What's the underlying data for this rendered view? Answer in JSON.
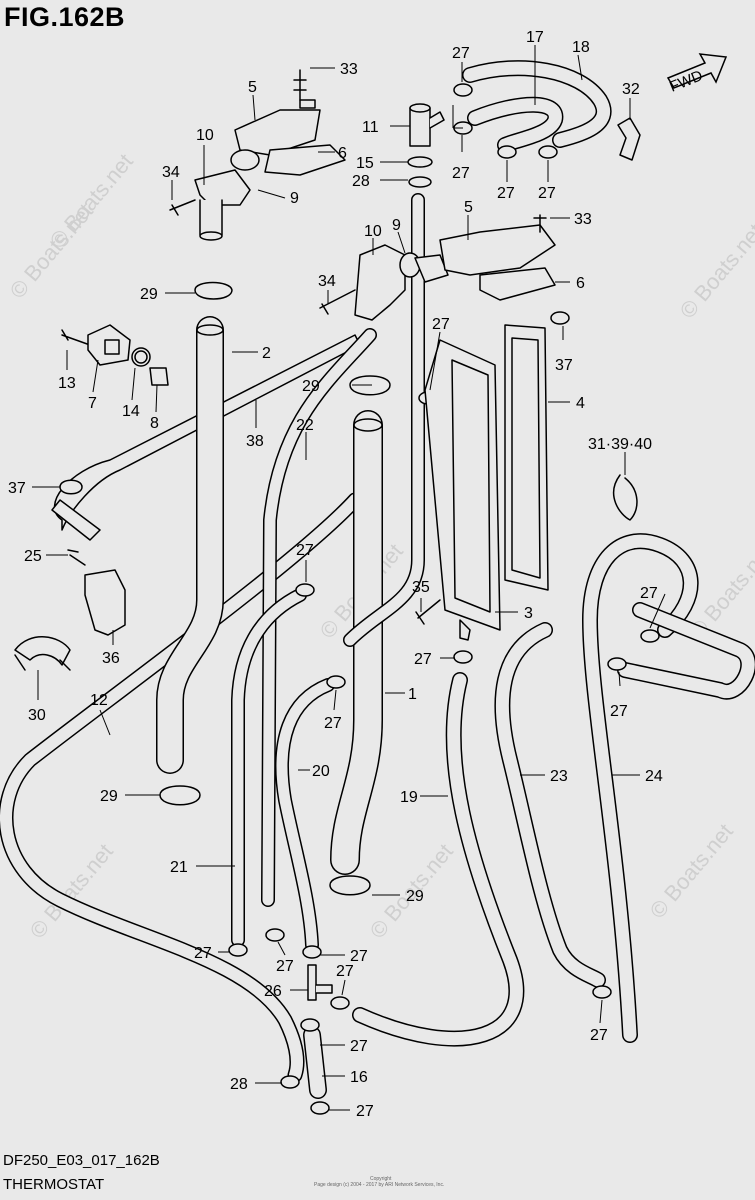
{
  "figure": {
    "title": "FIG.162B",
    "code": "DF250_E03_017_162B",
    "subtitle": "THERMOSTAT",
    "direction_label": "FWD",
    "watermark": "© Boats.net",
    "copyright": "Copyright",
    "copyright_line2": "Page design (c) 2004 - 2017 by ARI Network Services, Inc."
  },
  "callouts": [
    {
      "id": "c33a",
      "label": "33"
    },
    {
      "id": "c5a",
      "label": "5"
    },
    {
      "id": "c6a",
      "label": "6"
    },
    {
      "id": "c10a",
      "label": "10"
    },
    {
      "id": "c34a",
      "label": "34"
    },
    {
      "id": "c9a",
      "label": "9"
    },
    {
      "id": "c29a",
      "label": "29"
    },
    {
      "id": "c2",
      "label": "2"
    },
    {
      "id": "c13",
      "label": "13"
    },
    {
      "id": "c7",
      "label": "7"
    },
    {
      "id": "c14",
      "label": "14"
    },
    {
      "id": "c8",
      "label": "8"
    },
    {
      "id": "c38",
      "label": "38"
    },
    {
      "id": "c37a",
      "label": "37"
    },
    {
      "id": "c25",
      "label": "25"
    },
    {
      "id": "c36",
      "label": "36"
    },
    {
      "id": "c30",
      "label": "30"
    },
    {
      "id": "c12",
      "label": "12"
    },
    {
      "id": "c29d",
      "label": "29"
    },
    {
      "id": "c21",
      "label": "21"
    },
    {
      "id": "c27j",
      "label": "27"
    },
    {
      "id": "c27k",
      "label": "27"
    },
    {
      "id": "c26",
      "label": "26"
    },
    {
      "id": "c28b",
      "label": "28"
    },
    {
      "id": "c27l",
      "label": "27"
    },
    {
      "id": "c27m",
      "label": "27"
    },
    {
      "id": "c27n",
      "label": "27"
    },
    {
      "id": "c16",
      "label": "16"
    },
    {
      "id": "c27o",
      "label": "27"
    },
    {
      "id": "c22",
      "label": "22"
    },
    {
      "id": "c27f",
      "label": "27"
    },
    {
      "id": "c27g",
      "label": "27"
    },
    {
      "id": "c20",
      "label": "20"
    },
    {
      "id": "c29c",
      "label": "29"
    },
    {
      "id": "c1",
      "label": "1"
    },
    {
      "id": "c29b",
      "label": "29"
    },
    {
      "id": "c27a",
      "label": "27"
    },
    {
      "id": "c17",
      "label": "17"
    },
    {
      "id": "c18",
      "label": "18"
    },
    {
      "id": "c11",
      "label": "11"
    },
    {
      "id": "c27b",
      "label": "27"
    },
    {
      "id": "c15",
      "label": "15"
    },
    {
      "id": "c28a",
      "label": "28"
    },
    {
      "id": "c27c",
      "label": "27"
    },
    {
      "id": "c27d",
      "label": "27"
    },
    {
      "id": "c32",
      "label": "32"
    },
    {
      "id": "c10b",
      "label": "10"
    },
    {
      "id": "c9b",
      "label": "9"
    },
    {
      "id": "c5b",
      "label": "5"
    },
    {
      "id": "c33b",
      "label": "33"
    },
    {
      "id": "c34b",
      "label": "34"
    },
    {
      "id": "c6b",
      "label": "6"
    },
    {
      "id": "c27e",
      "label": "27"
    },
    {
      "id": "c37b",
      "label": "37"
    },
    {
      "id": "c4",
      "label": "4"
    },
    {
      "id": "c31",
      "label": "31·39·40"
    },
    {
      "id": "c35",
      "label": "35"
    },
    {
      "id": "c3",
      "label": "3"
    },
    {
      "id": "c27h",
      "label": "27"
    },
    {
      "id": "c27i",
      "label": "27"
    },
    {
      "id": "c27p",
      "label": "27"
    },
    {
      "id": "c19",
      "label": "19"
    },
    {
      "id": "c23",
      "label": "23"
    },
    {
      "id": "c24",
      "label": "24"
    },
    {
      "id": "c27q",
      "label": "27"
    }
  ]
}
